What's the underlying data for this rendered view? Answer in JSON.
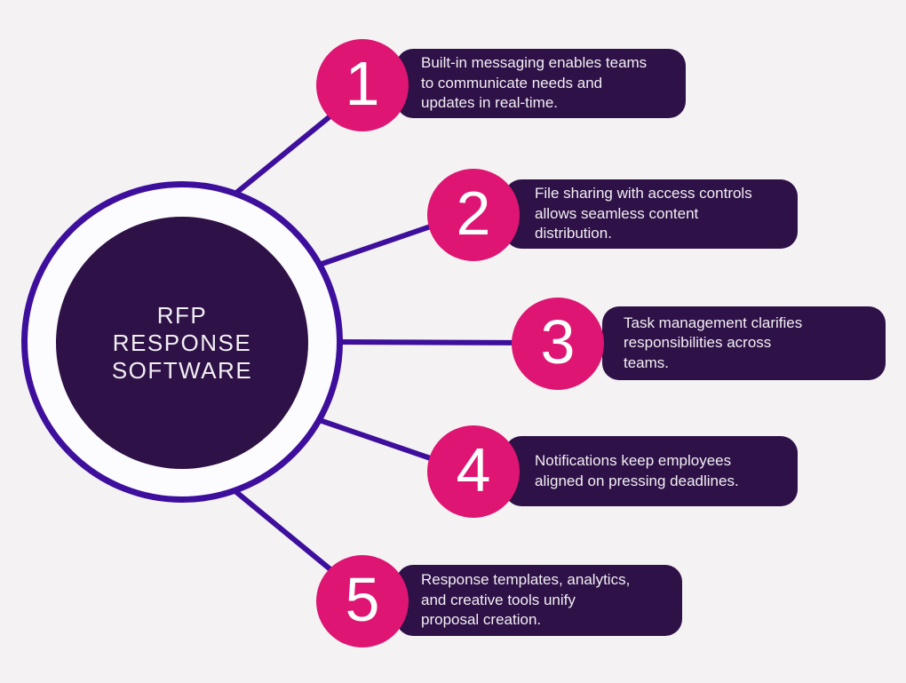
{
  "hub": {
    "title_lines": [
      "RFP",
      "RESPONSE",
      "SOFTWARE"
    ]
  },
  "items": [
    {
      "number": "1",
      "lines": [
        "Built-in messaging enables teams",
        "to communicate needs and",
        "updates in real-time."
      ]
    },
    {
      "number": "2",
      "lines": [
        "File sharing with access controls",
        "allows seamless content",
        "distribution."
      ]
    },
    {
      "number": "3",
      "lines": [
        "Task management clarifies",
        "responsibilities across",
        "teams."
      ]
    },
    {
      "number": "4",
      "lines": [
        "Notifications keep employees",
        "aligned on pressing deadlines."
      ]
    },
    {
      "number": "5",
      "lines": [
        "Response templates, analytics,",
        "and creative tools unify",
        "proposal creation."
      ]
    }
  ],
  "colors": {
    "background": "#f4f2f3",
    "accent-pink": "#de1572",
    "deep-purple": "#2e1147",
    "violet": "#3d0f9c",
    "hub-fill": "#fcfbfd",
    "text-light": "#f2eff3"
  }
}
